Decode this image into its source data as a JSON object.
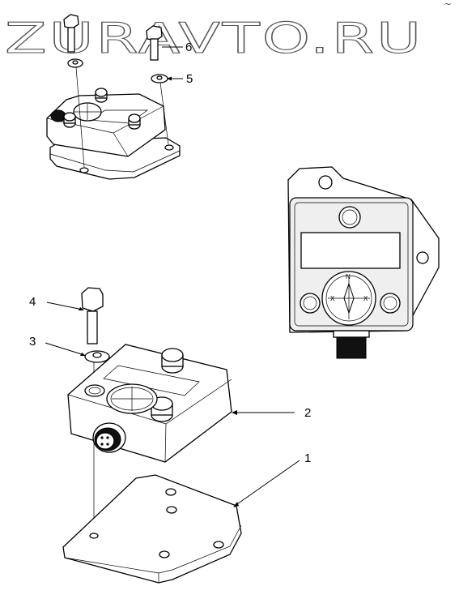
{
  "watermark": {
    "text": "ZURAVTO.RU"
  },
  "corner_mark": "~",
  "callouts": [
    {
      "id": "c1",
      "label": "1"
    },
    {
      "id": "c2",
      "label": "2"
    },
    {
      "id": "c3",
      "label": "3"
    },
    {
      "id": "c4",
      "label": "4"
    },
    {
      "id": "c5",
      "label": "5"
    },
    {
      "id": "c6",
      "label": "6"
    }
  ]
}
